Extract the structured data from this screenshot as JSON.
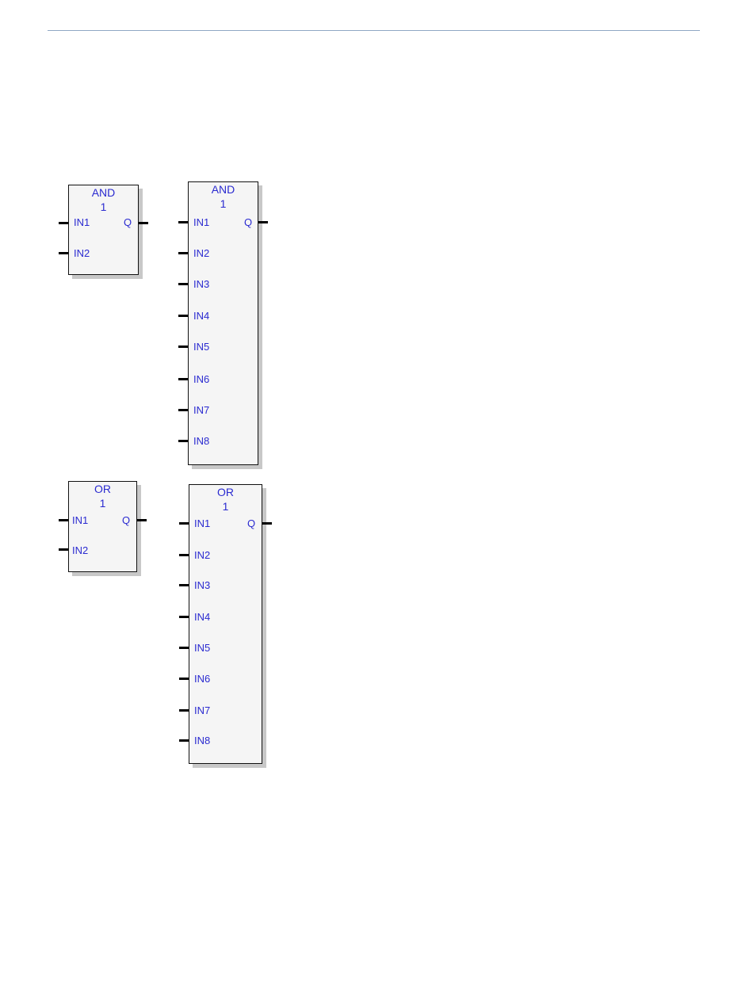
{
  "blocks": [
    {
      "name": "and-2-input",
      "title": "AND",
      "instance": "1",
      "inputs": [
        "IN1",
        "IN2"
      ],
      "output": "Q"
    },
    {
      "name": "and-8-input",
      "title": "AND",
      "instance": "1",
      "inputs": [
        "IN1",
        "IN2",
        "IN3",
        "IN4",
        "IN5",
        "IN6",
        "IN7",
        "IN8"
      ],
      "output": "Q"
    },
    {
      "name": "or-2-input",
      "title": "OR",
      "instance": "1",
      "inputs": [
        "IN1",
        "IN2"
      ],
      "output": "Q"
    },
    {
      "name": "or-8-input",
      "title": "OR",
      "instance": "1",
      "inputs": [
        "IN1",
        "IN2",
        "IN3",
        "IN4",
        "IN5",
        "IN6",
        "IN7",
        "IN8"
      ],
      "output": "Q"
    }
  ]
}
